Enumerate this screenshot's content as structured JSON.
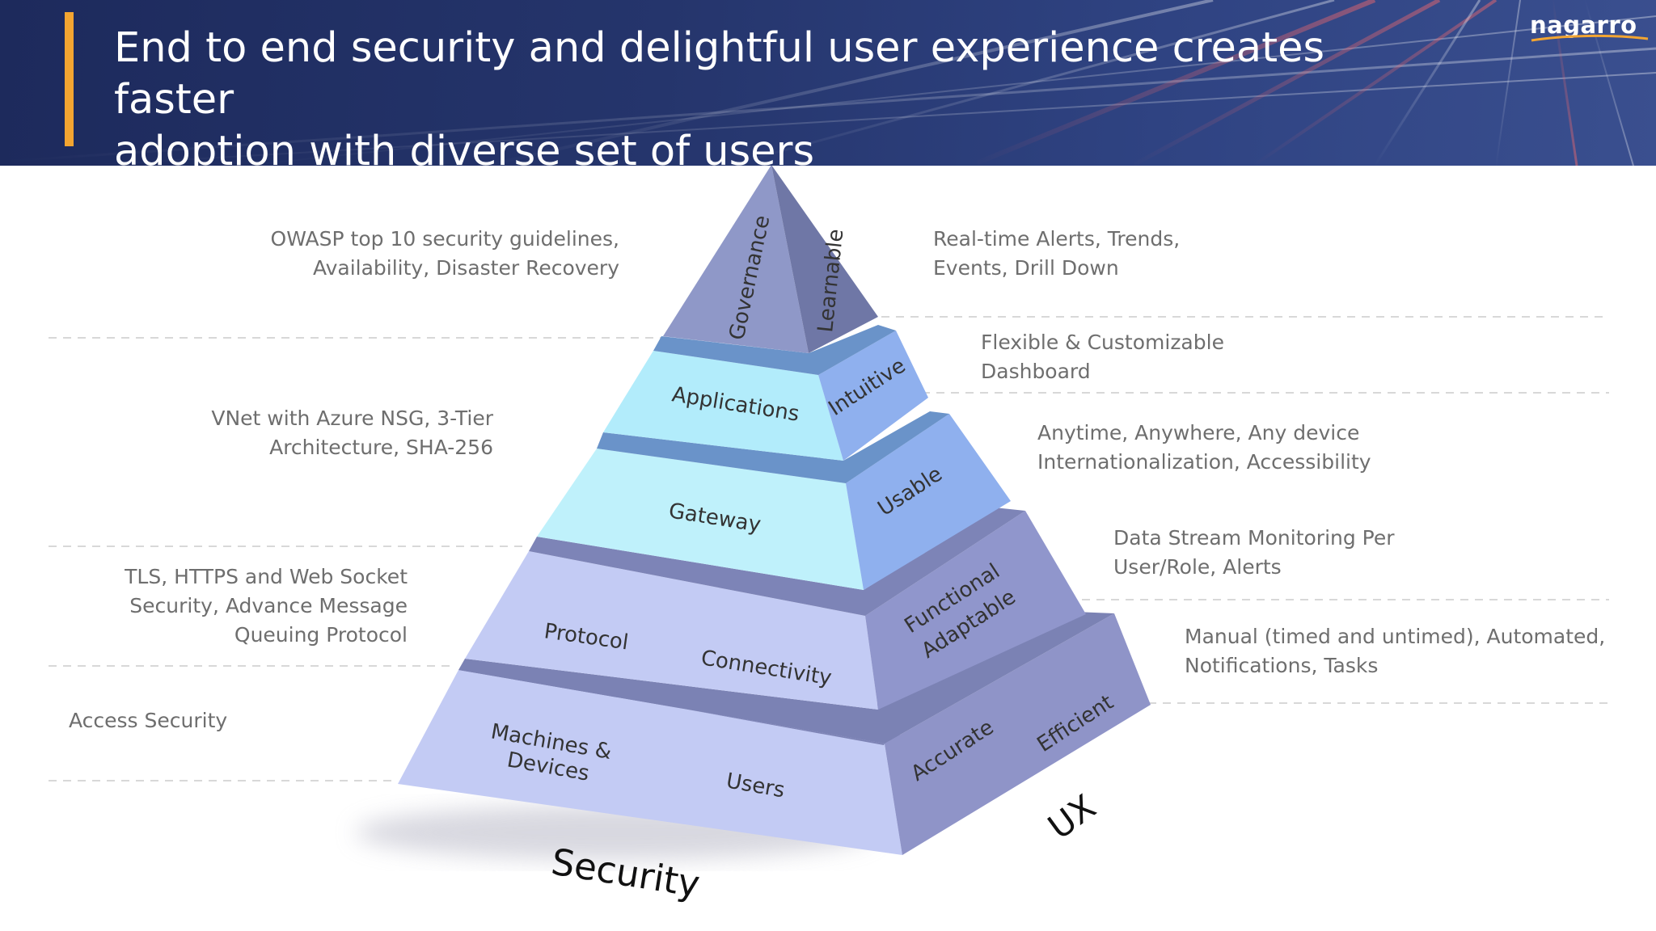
{
  "header": {
    "title_line1": "End to end security and delightful user experience creates faster",
    "title_line2": "adoption with diverse set of users",
    "logo_text": "nagarro",
    "accent_color": "#f3a531"
  },
  "pyramid": {
    "top": {
      "left_label": "Governance",
      "right_label": "Learnable"
    },
    "tiers": [
      {
        "left_labels": [
          "Applications"
        ],
        "right_labels": [
          "Intuitive"
        ]
      },
      {
        "left_labels": [
          "Gateway"
        ],
        "right_labels": [
          "Usable"
        ]
      },
      {
        "left_labels": [
          "Protocol",
          "Connectivity"
        ],
        "right_labels": [
          "Functional",
          "Adaptable"
        ]
      },
      {
        "left_labels": [
          "Machines &",
          "Devices",
          "Users"
        ],
        "right_labels": [
          "Accurate",
          "Efficient"
        ]
      }
    ],
    "left_face_title": "Security",
    "right_face_title": "UX"
  },
  "security_notes": [
    [
      "OWASP top 10 security guidelines,",
      "Availability, Disaster Recovery"
    ],
    [
      "VNet with Azure NSG, 3-Tier",
      "Architecture, SHA-256"
    ],
    [
      "TLS, HTTPS and Web Socket",
      "Security, Advance Message",
      "Queuing Protocol"
    ],
    [
      "Access Security"
    ]
  ],
  "ux_notes": [
    [
      "Real-time Alerts, Trends,",
      "Events, Drill Down"
    ],
    [
      "Flexible & Customizable",
      "Dashboard"
    ],
    [
      "Anytime, Anywhere, Any device",
      "Internationalization, Accessibility"
    ],
    [
      "Data Stream Monitoring Per",
      "User/Role, Alerts"
    ],
    [
      "Manual (timed and untimed), Automated,",
      "Notifications, Tasks"
    ]
  ],
  "colors": {
    "header_bg": "#1d2a5c",
    "tier_light_cyan": "#bff1fb",
    "tier_cyan": "#a8e5f6",
    "tier_lavender": "#c4cbf5",
    "top_left": "#8f98c8",
    "top_right": "#7079a6",
    "right_blue": "#8fb0ee",
    "right_violet": "#9096cc"
  }
}
